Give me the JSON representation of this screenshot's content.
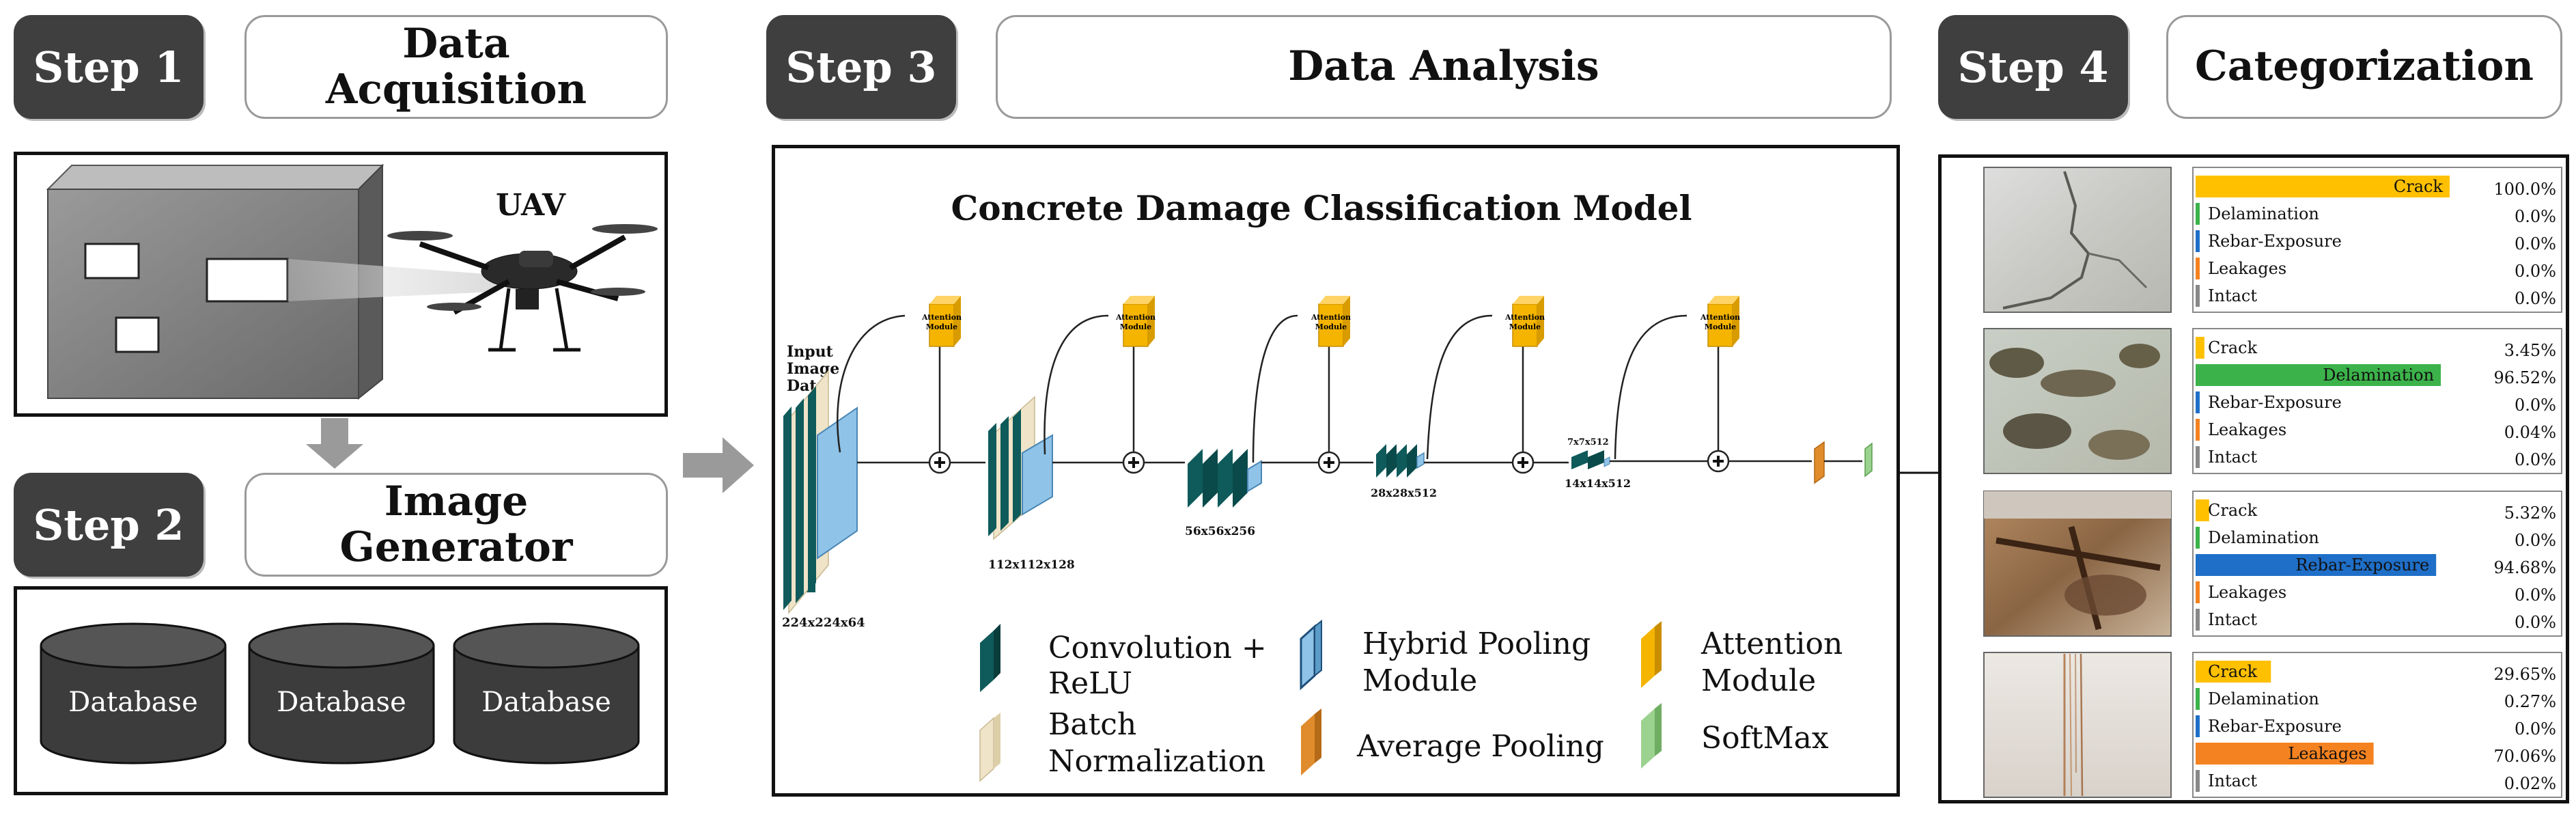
{
  "step1": {
    "label": "Step 1",
    "title_line1": "Data",
    "title_line2": "Acquisition",
    "uav_label": "UAV"
  },
  "step2": {
    "label": "Step 2",
    "title_line1": "Image",
    "title_line2": "Generator",
    "databases": [
      "Database",
      "Database",
      "Database"
    ]
  },
  "step3": {
    "label": "Step 3",
    "title": "Data Analysis"
  },
  "step4": {
    "label": "Step 4",
    "title": "Categorization"
  },
  "model": {
    "title": "Concrete Damage Classification Model",
    "input_label": [
      "Input",
      "Image",
      "Data"
    ],
    "attention_label": [
      "Attention",
      "Module"
    ],
    "dims": [
      "224x224x64",
      "112x112x128",
      "56x56x256",
      "28x28x512",
      "14x14x512",
      "7x7x512"
    ]
  },
  "legend": {
    "conv": [
      "Convolution +",
      "ReLU"
    ],
    "batch": [
      "Batch",
      "Normalization"
    ],
    "hybrid": [
      "Hybrid Pooling",
      "Module"
    ],
    "avgpool": "Average Pooling",
    "attention": [
      "Attention",
      "Module"
    ],
    "softmax": "SoftMax"
  },
  "colors": {
    "conv": "#0f5a5a",
    "batch": "#efe4c8",
    "hybrid": "#8fc3e8",
    "attention": "#f4b400",
    "avgpool": "#e08c2c",
    "softmax": "#9bd28f",
    "crack": "#ffc000",
    "delamination": "#3cb34a",
    "rebar": "#1f6fc8",
    "leakages": "#f58220",
    "step_bg": "#3f3f3f"
  },
  "results": [
    {
      "image": "crack-photo",
      "rows": [
        {
          "name": "Crack",
          "value": "100.0%",
          "frac": 1.0
        },
        {
          "name": "Delamination",
          "value": "0.0%",
          "frac": 0.0
        },
        {
          "name": "Rebar-Exposure",
          "value": "0.0%",
          "frac": 0.0
        },
        {
          "name": "Leakages",
          "value": "0.0%",
          "frac": 0.0
        },
        {
          "name": "Intact",
          "value": "0.0%",
          "frac": 0.0
        }
      ]
    },
    {
      "image": "delamination-photo",
      "rows": [
        {
          "name": "Crack",
          "value": "3.45%",
          "frac": 0.0345
        },
        {
          "name": "Delamination",
          "value": "96.52%",
          "frac": 0.9652
        },
        {
          "name": "Rebar-Exposure",
          "value": "0.0%",
          "frac": 0.0
        },
        {
          "name": "Leakages",
          "value": "0.04%",
          "frac": 0.0004
        },
        {
          "name": "Intact",
          "value": "0.0%",
          "frac": 0.0
        }
      ]
    },
    {
      "image": "rebar-photo",
      "rows": [
        {
          "name": "Crack",
          "value": "5.32%",
          "frac": 0.0532
        },
        {
          "name": "Delamination",
          "value": "0.0%",
          "frac": 0.0
        },
        {
          "name": "Rebar-Exposure",
          "value": "94.68%",
          "frac": 0.9468
        },
        {
          "name": "Leakages",
          "value": "0.0%",
          "frac": 0.0
        },
        {
          "name": "Intact",
          "value": "0.0%",
          "frac": 0.0
        }
      ]
    },
    {
      "image": "leakage-photo",
      "rows": [
        {
          "name": "Crack",
          "value": "29.65%",
          "frac": 0.2965
        },
        {
          "name": "Delamination",
          "value": "0.27%",
          "frac": 0.0027
        },
        {
          "name": "Rebar-Exposure",
          "value": "0.0%",
          "frac": 0.0
        },
        {
          "name": "Leakages",
          "value": "70.06%",
          "frac": 0.7006
        },
        {
          "name": "Intact",
          "value": "0.02%",
          "frac": 0.0002
        }
      ]
    }
  ]
}
